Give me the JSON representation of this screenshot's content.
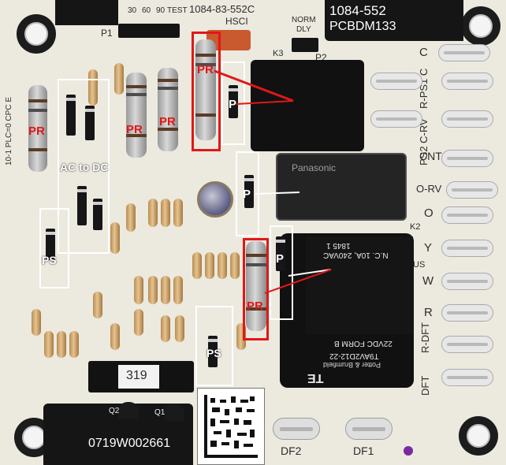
{
  "board": {
    "part_number_top": "1084-83-552C",
    "board_id": "1084-552",
    "board_model": "PCBDM133",
    "serial": "0719W002661",
    "ic_label": "319",
    "hsci": "HSCI",
    "header_p1": "P1",
    "jumper_labels": [
      "30",
      "60",
      "90",
      "TEST"
    ],
    "norm": "NORM",
    "dly": "DLY",
    "p2": "P2",
    "k3": "K3",
    "k2": "K2",
    "left_edge_text": "10-1 PLC=0 CPC E",
    "terminal_labels": [
      "C",
      "R-PS1 C",
      "PS2 C-RV",
      "CNT",
      "O-RV",
      "O",
      "Y",
      "W",
      "R",
      "R-DFT",
      "DFT"
    ],
    "df_labels": [
      "DF2",
      "DF1"
    ],
    "q_labels": [
      "Q2",
      "Q1"
    ],
    "relay_panasonic": "Panasonic",
    "relay_k1_rating": "N.C. 10A, 240VAC",
    "relay_k1_code": "1845 1",
    "relay_k1_form": "22VDC FORM B",
    "relay_k1_brand": "TE",
    "relay_k1_maker": "Potter & Brumfield",
    "relay_k1_model": "T9AV2D12-22",
    "cert": "US"
  },
  "annotations": {
    "pr": "PR",
    "p": "P",
    "ps": "PS",
    "ac_dc": "AC to DC"
  },
  "colors": {
    "annotation_red": "#e01818",
    "annotation_white": "#ffffff",
    "board": "#ece9df",
    "relay_black": "#111111"
  }
}
